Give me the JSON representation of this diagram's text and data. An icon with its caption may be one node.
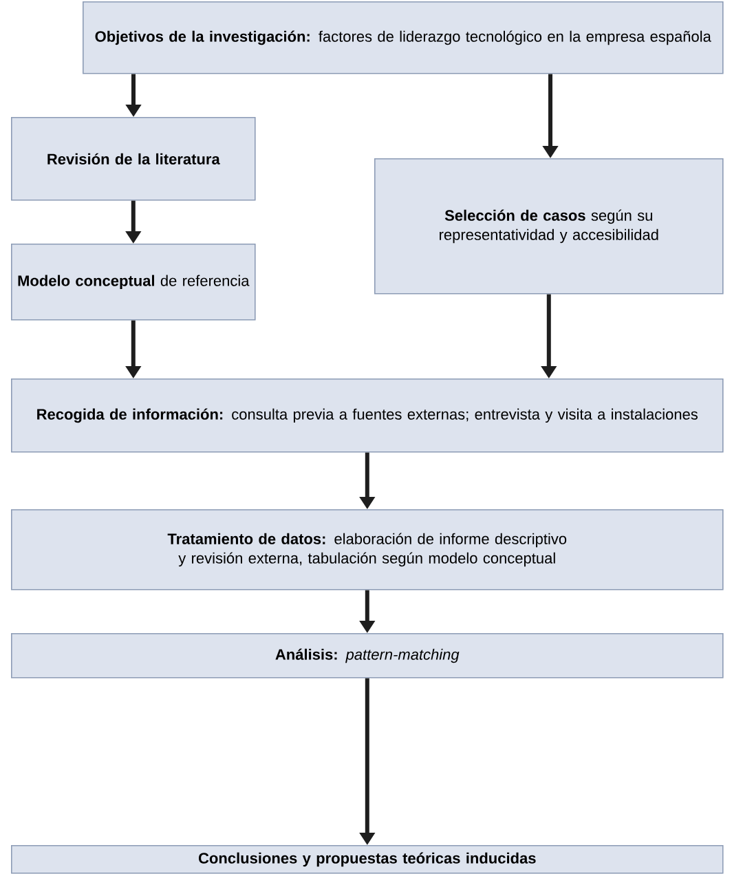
{
  "diagram": {
    "nodes": [
      {
        "text": [
          "**Objetivos de la investigación:** factores de liderazgo tecnológico en la empresa española"
        ]
      },
      {
        "text": [
          "Revisión de la literatura"
        ]
      },
      {
        "text": [
          "**Selección de casos** según su representatividad y accesibilidad"
        ]
      },
      {
        "text": [
          "**Modelo conceptual** de referencia"
        ]
      },
      {
        "text": [
          "**Recogida de información:** consulta previa a fuentes externas; entrevista y visita a instalaciones"
        ]
      },
      {
        "text": [
          "**Tratamiento de datos:** elaboración de informe descriptivo y revisión externa, tabulación según modelo conceptual"
        ]
      },
      {
        "text": [
          "**Análisis:** *pattern-matching*"
        ]
      },
      {
        "text": [
          "Conclusiones y propuestas teóricas inducidas"
        ]
      }
    ],
    "edges": [
      {
        "from": 0,
        "to": 1,
        "arrow": "to"
      },
      {
        "from": 0,
        "to": 2,
        "arrow": "to"
      },
      {
        "from": 1,
        "to": 3,
        "arrow": "to"
      },
      {
        "from": 3,
        "to": 4,
        "arrow": "to"
      },
      {
        "from": 2,
        "to": 4,
        "arrow": "to"
      },
      {
        "from": 4,
        "to": 5,
        "arrow": "to"
      },
      {
        "from": 5,
        "to": 6,
        "arrow": "to"
      },
      {
        "from": 6,
        "to": 7,
        "arrow": "to"
      }
    ]
  }
}
